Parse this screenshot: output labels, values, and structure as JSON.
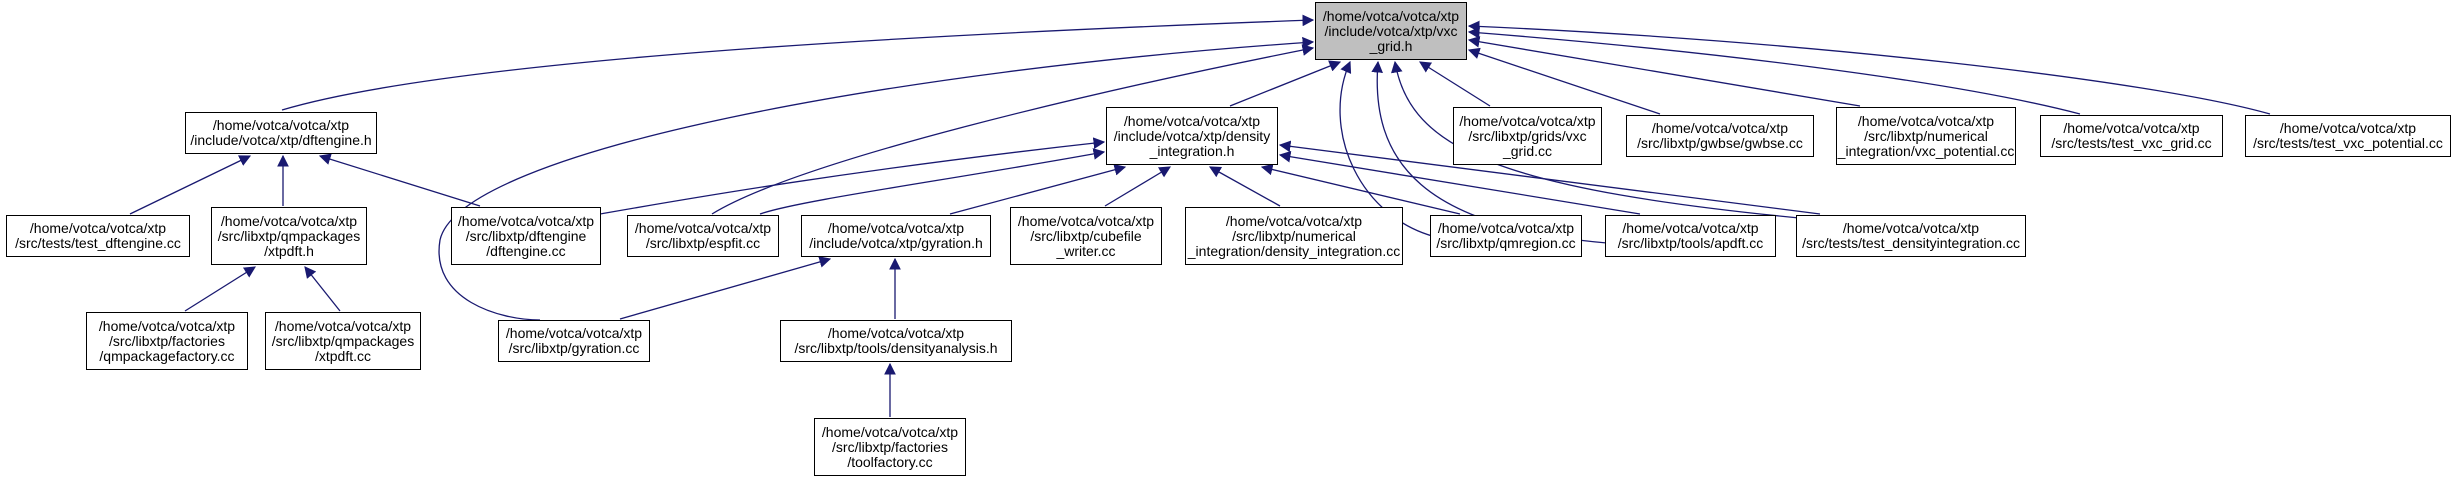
{
  "diagram": {
    "arrow_color": "#191970",
    "root_fill": "#bfbfbf",
    "nodes": {
      "vxc_grid_h": "/home/votca/votca/xtp\n/include/votca/xtp/vxc\n_grid.h",
      "dftengine_h": "/home/votca/votca/xtp\n/include/votca/xtp/dftengine.h",
      "density_integration_h": "/home/votca/votca/xtp\n/include/votca/xtp/density\n_integration.h",
      "grids_vxc_grid_cc": "/home/votca/votca/xtp\n/src/libxtp/grids/vxc\n_grid.cc",
      "gwbse_cc": "/home/votca/votca/xtp\n/src/libxtp/gwbse/gwbse.cc",
      "vxc_potential_cc": "/home/votca/votca/xtp\n/src/libxtp/numerical\n_integration/vxc_potential.cc",
      "test_vxc_grid_cc": "/home/votca/votca/xtp\n/src/tests/test_vxc_grid.cc",
      "test_vxc_potential_cc": "/home/votca/votca/xtp\n/src/tests/test_vxc_potential.cc",
      "test_dftengine_cc": "/home/votca/votca/xtp\n/src/tests/test_dftengine.cc",
      "xtpdft_h": "/home/votca/votca/xtp\n/src/libxtp/qmpackages\n/xtpdft.h",
      "dftengine_cc": "/home/votca/votca/xtp\n/src/libxtp/dftengine\n/dftengine.cc",
      "espfit_cc": "/home/votca/votca/xtp\n/src/libxtp/espfit.cc",
      "gyration_h": "/home/votca/votca/xtp\n/include/votca/xtp/gyration.h",
      "cubefile_writer_cc": "/home/votca/votca/xtp\n/src/libxtp/cubefile\n_writer.cc",
      "density_integration_cc": "/home/votca/votca/xtp\n/src/libxtp/numerical\n_integration/density_integration.cc",
      "qmregion_cc": "/home/votca/votca/xtp\n/src/libxtp/qmregion.cc",
      "apdft_cc": "/home/votca/votca/xtp\n/src/libxtp/tools/apdft.cc",
      "test_densityintegration_cc": "/home/votca/votca/xtp\n/src/tests/test_densityintegration.cc",
      "qmpackagefactory_cc": "/home/votca/votca/xtp\n/src/libxtp/factories\n/qmpackagefactory.cc",
      "xtpdft_cc": "/home/votca/votca/xtp\n/src/libxtp/qmpackages\n/xtpdft.cc",
      "gyration_cc": "/home/votca/votca/xtp\n/src/libxtp/gyration.cc",
      "densityanalysis_h": "/home/votca/votca/xtp\n/src/libxtp/tools/densityanalysis.h",
      "toolfactory_cc": "/home/votca/votca/xtp\n/src/libxtp/factories\n/toolfactory.cc"
    }
  }
}
